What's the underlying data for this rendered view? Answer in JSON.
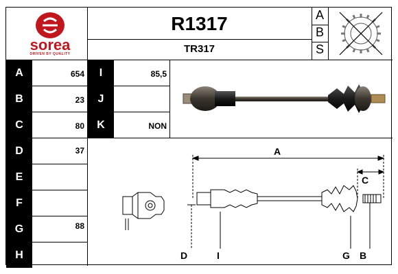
{
  "brand": {
    "name": "sorea",
    "tagline": "DRIVEN BY QUALITY",
    "color": "#c0171f"
  },
  "header": {
    "part_number": "R1317",
    "ref_code": "TR317"
  },
  "abs_labels": [
    "A",
    "B",
    "S"
  ],
  "specs_left": [
    {
      "label": "A",
      "value": "654"
    },
    {
      "label": "B",
      "value": "23"
    },
    {
      "label": "C",
      "value": "80"
    },
    {
      "label": "D",
      "value": "37"
    },
    {
      "label": "E",
      "value": ""
    },
    {
      "label": "F",
      "value": ""
    },
    {
      "label": "G",
      "value": "88"
    },
    {
      "label": "H",
      "value": ""
    }
  ],
  "specs_right": [
    {
      "label": "I",
      "value": "85,5"
    },
    {
      "label": "J",
      "value": ""
    },
    {
      "label": "K",
      "value": "NON"
    }
  ],
  "diagram_labels": {
    "a": "A",
    "c": "C",
    "d": "D",
    "i": "I",
    "g": "G",
    "b": "B"
  }
}
